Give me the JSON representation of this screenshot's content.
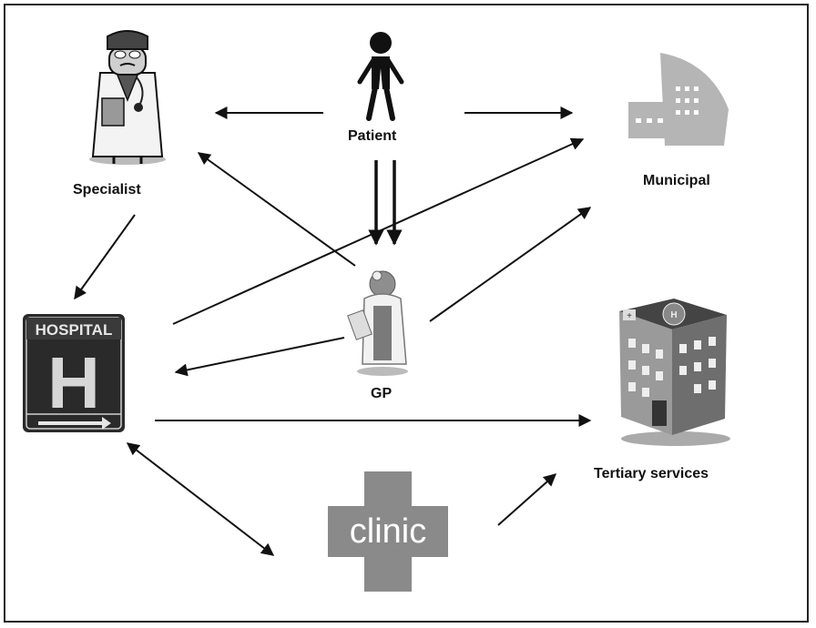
{
  "nodes": {
    "patient": {
      "label": "Patient",
      "icon": "person-icon"
    },
    "specialist": {
      "label": "Specialist",
      "icon": "doctor-icon"
    },
    "municipal": {
      "label": "Municipal",
      "icon": "building-icon"
    },
    "gp": {
      "label": "GP",
      "icon": "gp-doctor-icon"
    },
    "hospital": {
      "sign_text": "HOSPITAL",
      "letter": "H",
      "icon": "hospital-sign-icon"
    },
    "tertiary": {
      "label": "Tertiary services",
      "icon": "tertiary-building-icon"
    },
    "clinic": {
      "text": "clinic",
      "icon": "clinic-cross-icon"
    }
  },
  "colors": {
    "arrow": "#111111",
    "gray": "#8a8a8a",
    "dark": "#333333"
  }
}
